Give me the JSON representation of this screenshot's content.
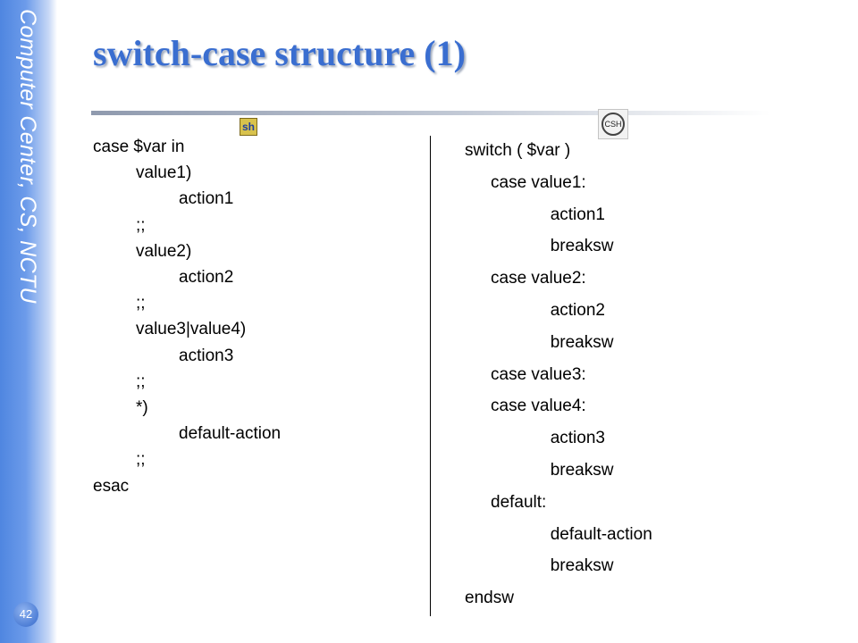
{
  "sidebar": {
    "text": "Computer Center, CS, NCTU",
    "page_number": "42"
  },
  "slide": {
    "title": "switch-case structure (1)"
  },
  "icons": {
    "sh": "sh",
    "csh": "CSH"
  },
  "left_code": [
    {
      "text": "case $var in",
      "indent": 0
    },
    {
      "text": "value1)",
      "indent": 1
    },
    {
      "text": "action1",
      "indent": 2
    },
    {
      "text": ";;",
      "indent": 1
    },
    {
      "text": "value2)",
      "indent": 1
    },
    {
      "text": "action2",
      "indent": 2
    },
    {
      "text": ";;",
      "indent": 1
    },
    {
      "text": "value3|value4)",
      "indent": 1
    },
    {
      "text": "action3",
      "indent": 2
    },
    {
      "text": ";;",
      "indent": 1
    },
    {
      "text": "*)",
      "indent": 1
    },
    {
      "text": "default-action",
      "indent": 2
    },
    {
      "text": ";;",
      "indent": 1
    },
    {
      "text": "esac",
      "indent": 0
    }
  ],
  "right_code": [
    {
      "text": "switch ( $var )",
      "indent": 0
    },
    {
      "text": "case value1:",
      "indent": 1
    },
    {
      "text": "action1",
      "indent": 2
    },
    {
      "text": "breaksw",
      "indent": 2
    },
    {
      "text": "case value2:",
      "indent": 1
    },
    {
      "text": "action2",
      "indent": 2
    },
    {
      "text": "breaksw",
      "indent": 2
    },
    {
      "text": "case value3:",
      "indent": 1
    },
    {
      "text": "case value4:",
      "indent": 1
    },
    {
      "text": "action3",
      "indent": 2
    },
    {
      "text": "breaksw",
      "indent": 2
    },
    {
      "text": "default:",
      "indent": 1
    },
    {
      "text": "default-action",
      "indent": 2
    },
    {
      "text": "breaksw",
      "indent": 2
    },
    {
      "text": "endsw",
      "indent": 0
    }
  ]
}
